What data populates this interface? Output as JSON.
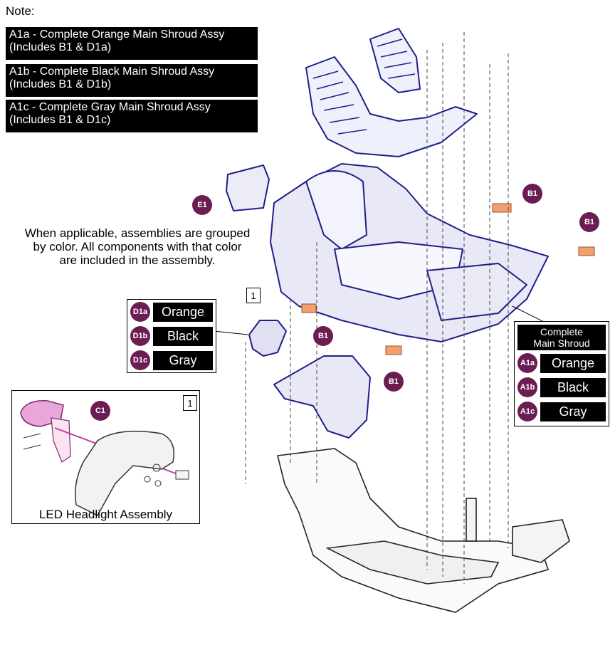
{
  "note": {
    "title": "Note:",
    "assemblies": [
      {
        "line1": "A1a - Complete Orange Main Shroud Assy",
        "line2": "(Includes B1 & D1a)"
      },
      {
        "line1": "A1b - Complete Black Main Shroud Assy",
        "line2": "(Includes B1 & D1b)"
      },
      {
        "line1": "A1c - Complete Gray Main Shroud Assy",
        "line2": "(Includes B1 & D1c)"
      }
    ]
  },
  "applicable_text": {
    "line1": "When applicable, assemblies are grouped",
    "line2": "by color. All components with that color",
    "line3": "are included in the assembly."
  },
  "legend_d1": [
    {
      "code": "D1a",
      "color_name": "Orange"
    },
    {
      "code": "D1b",
      "color_name": "Black"
    },
    {
      "code": "D1c",
      "color_name": "Gray"
    }
  ],
  "legend_a1": {
    "header_line1": "Complete",
    "header_line2": "Main Shroud",
    "items": [
      {
        "code": "A1a",
        "color_name": "Orange"
      },
      {
        "code": "A1b",
        "color_name": "Black"
      },
      {
        "code": "A1c",
        "color_name": "Gray"
      }
    ]
  },
  "callouts": {
    "e1": "E1",
    "b1_top": "B1",
    "b1_right": "B1",
    "b1_left": "B1",
    "b1_bottom": "B1",
    "c1": "C1"
  },
  "detail_ref": {
    "main": "1",
    "inset": "1"
  },
  "inset": {
    "caption": "LED Headlight Assembly"
  },
  "colors": {
    "badge": "#6b1d52",
    "part_outline": "#1f1f8a",
    "part_fill": "#e8e8f6",
    "highlight": "#f0a070",
    "headlight": "#e9a6d9"
  }
}
